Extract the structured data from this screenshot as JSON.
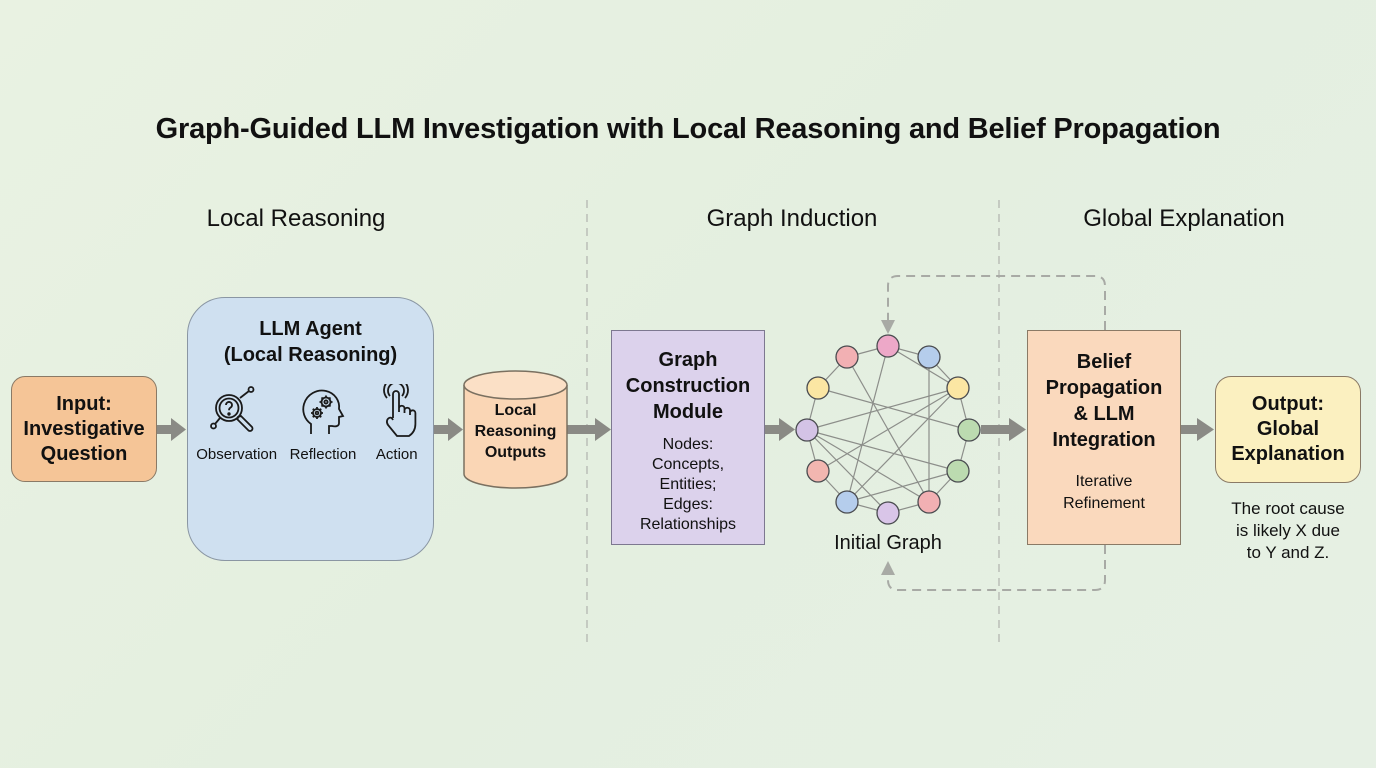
{
  "title": "Graph-Guided LLM Investigation with Local Reasoning and Belief Propagation",
  "sections": [
    {
      "label": "Local Reasoning"
    },
    {
      "label": "Graph Induction"
    },
    {
      "label": "Global Explanation"
    }
  ],
  "input": {
    "label": "Input: Investigative Question",
    "lines": [
      "Input:",
      "Investigative",
      "Question"
    ]
  },
  "agent": {
    "title_lines": [
      "LLM Agent",
      "(Local Reasoning)"
    ],
    "steps": [
      {
        "label": "Observation",
        "icon": "magnifier-question-icon"
      },
      {
        "label": "Reflection",
        "icon": "head-gears-icon"
      },
      {
        "label": "Action",
        "icon": "hand-tap-icon"
      }
    ]
  },
  "outputs_store": {
    "lines": [
      "Local",
      "Reasoning",
      "Outputs"
    ],
    "shape": "cylinder"
  },
  "graph_construction": {
    "title_lines": [
      "Graph",
      "Construction",
      "Module"
    ],
    "desc_lines": [
      "Nodes:",
      "Concepts,",
      "Entities;",
      "Edges:",
      "Relationships"
    ]
  },
  "initial_graph": {
    "label": "Initial Graph",
    "node_colors": [
      "#eda8c8",
      "#f2b0b3",
      "#b5cdec",
      "#fbe6a3",
      "#fbe6a3",
      "#d4c3e6",
      "#bcdbb0",
      "#f2b6b0",
      "#bcdbb0",
      "#b5cdec",
      "#d9c5e8",
      "#f2b0b3"
    ],
    "edges": [
      [
        0,
        1
      ],
      [
        0,
        2
      ],
      [
        1,
        3
      ],
      [
        2,
        4
      ],
      [
        3,
        5
      ],
      [
        4,
        6
      ],
      [
        5,
        7
      ],
      [
        6,
        8
      ],
      [
        7,
        9
      ],
      [
        8,
        11
      ],
      [
        9,
        10
      ],
      [
        10,
        11
      ],
      [
        0,
        9
      ],
      [
        0,
        4
      ],
      [
        1,
        11
      ],
      [
        2,
        11
      ],
      [
        3,
        6
      ],
      [
        5,
        4
      ],
      [
        5,
        8
      ],
      [
        5,
        10
      ],
      [
        7,
        4
      ],
      [
        9,
        4
      ],
      [
        9,
        8
      ],
      [
        5,
        11
      ]
    ]
  },
  "belief": {
    "title_lines": [
      "Belief",
      "Propagation",
      "& LLM",
      "Integration"
    ],
    "desc_lines": [
      "Iterative",
      "Refinement"
    ]
  },
  "output": {
    "lines": [
      "Output:",
      "Global",
      "Explanation"
    ],
    "desc_lines": [
      "The root cause",
      "is likely X due",
      "to Y and Z."
    ]
  },
  "colors": {
    "arrow": "#8a8a85",
    "dashed": "#a8aaa5",
    "input_fill": "#f5c597",
    "agent_fill": "#cfe0f0",
    "cylinder_fill": "#fad6b5",
    "gcm_fill": "#dcd2ec",
    "belief_fill": "#fad9bd",
    "output_fill": "#fbf0c0"
  }
}
